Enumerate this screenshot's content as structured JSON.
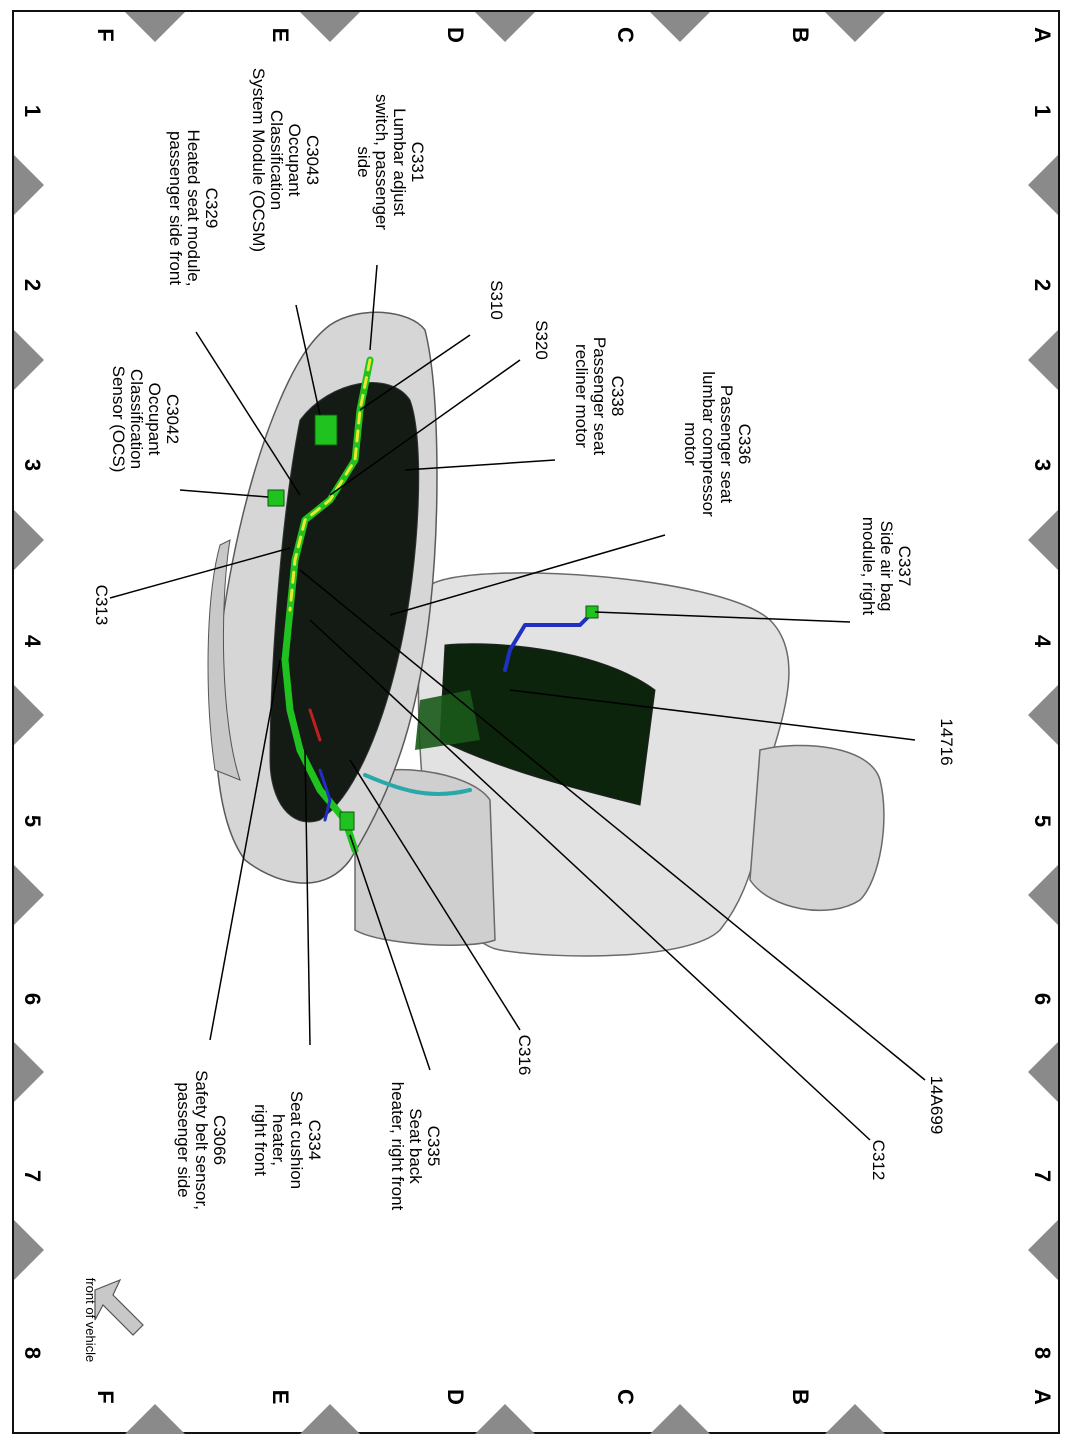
{
  "grid": {
    "columns": [
      "1",
      "2",
      "3",
      "4",
      "5",
      "6",
      "7",
      "8"
    ],
    "rows": [
      "A",
      "B",
      "C",
      "D",
      "E",
      "F"
    ]
  },
  "callouts": {
    "c331": "C331\nLumbar adjust\nswitch, passenger\nside",
    "c3043": "C3043\nOccupant\nClassification\nSystem Module (OCSM)",
    "c329": "C329\nHeated seat module,\npassenger side front",
    "s310": "S310",
    "s320": "S320",
    "c338": "C338\nPassenger seat\nrecliner motor",
    "c336": "C336\nPassenger seat\nlumbar compressor\nmotor",
    "c337": "C337\nSide air bag\nmodule, right",
    "c3042": "C3042\nOccupant\nClassification\nSensor (OCS)",
    "c313": "C313",
    "p14716": "14716",
    "c316": "C316",
    "p14a699": "14A699",
    "c312": "C312",
    "c335": "C335\nSeat back\nheater, right front",
    "c334": "C334\nSeat cushion\nheater,\nright front",
    "c3066": "C3066\nSafety belt sensor,\npassenger side"
  },
  "front_of_vehicle": "front of vehicle",
  "colors": {
    "seat": "#dcdcdc",
    "seat_shade": "#b9b9b9",
    "harness_green": "#1fc21f",
    "harness_yellow": "#e8e830",
    "harness_blue": "#2030c0",
    "harness_cyan": "#28a8a8",
    "dark_panel": "#0a1a0a",
    "grid_triangle": "#8a8a8a"
  }
}
